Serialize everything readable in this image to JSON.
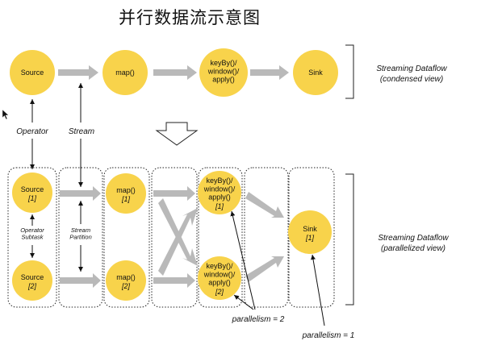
{
  "title": "并行数据流示意图",
  "condensed": {
    "nodes": [
      "Source",
      "map()",
      "keyBy()/\nwindow()/\napply()",
      "Sink"
    ],
    "caption_line1": "Streaming Dataflow",
    "caption_line2": "(condensed view)"
  },
  "pointers": {
    "operator": "Operator",
    "stream": "Stream"
  },
  "parallel": {
    "source_1": "Source",
    "source_1_idx": "[1]",
    "source_2": "Source",
    "source_2_idx": "[2]",
    "map_1": "map()",
    "map_1_idx": "[1]",
    "map_2": "map()",
    "map_2_idx": "[2]",
    "kw_1": "keyBy()/\nwindow()/\napply()",
    "kw_1_idx": "[1]",
    "kw_2": "keyBy()/\nwindow()/\napply()",
    "kw_2_idx": "[2]",
    "sink": "Sink",
    "sink_idx": "[1]",
    "operator_subtask": "Operator\nSubtask",
    "stream_partition": "Stream\nPartition",
    "caption_line1": "Streaming Dataflow",
    "caption_line2": "(parallelized view)",
    "parallelism_2": "parallelism = 2",
    "parallelism_1": "parallelism = 1"
  },
  "colors": {
    "node_fill": "#f8d34b",
    "arrow": "#b9b9b9",
    "box_border": "#222222"
  }
}
